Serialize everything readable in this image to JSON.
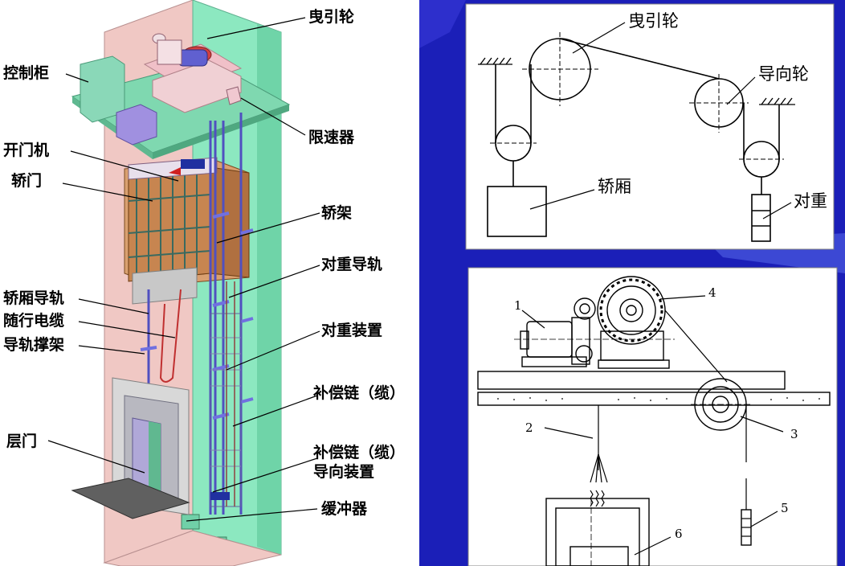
{
  "colors": {
    "background_right": "#1b1fb8",
    "shaft_pink": "#f0c8c4",
    "shaft_green": "#7fe0b8",
    "car_brown": "#c07840",
    "rail_purple": "#5050c0"
  },
  "left_diagram": {
    "labels": {
      "traction_sheave": "曳引轮",
      "control_cabinet": "控制柜",
      "speed_governor": "限速器",
      "door_operator": "开门机",
      "car_door": "轿门",
      "car_frame": "轿架",
      "counterweight_rail": "对重导轨",
      "car_rail": "轿厢导轨",
      "traveling_cable": "随行电缆",
      "rail_bracket": "导轨撑架",
      "counterweight_device": "对重装置",
      "compensation_chain": "补偿链（缆）",
      "compensation_guide_1": "补偿链（缆）",
      "compensation_guide_2": "导向装置",
      "landing_door": "层门",
      "buffer": "缓冲器"
    }
  },
  "top_right_diagram": {
    "labels": {
      "traction_sheave": "曳引轮",
      "deflector_sheave": "导向轮",
      "car": "轿厢",
      "counterweight": "对重"
    }
  },
  "bottom_right_diagram": {
    "numbers": [
      "1",
      "2",
      "3",
      "4",
      "5",
      "6"
    ]
  }
}
